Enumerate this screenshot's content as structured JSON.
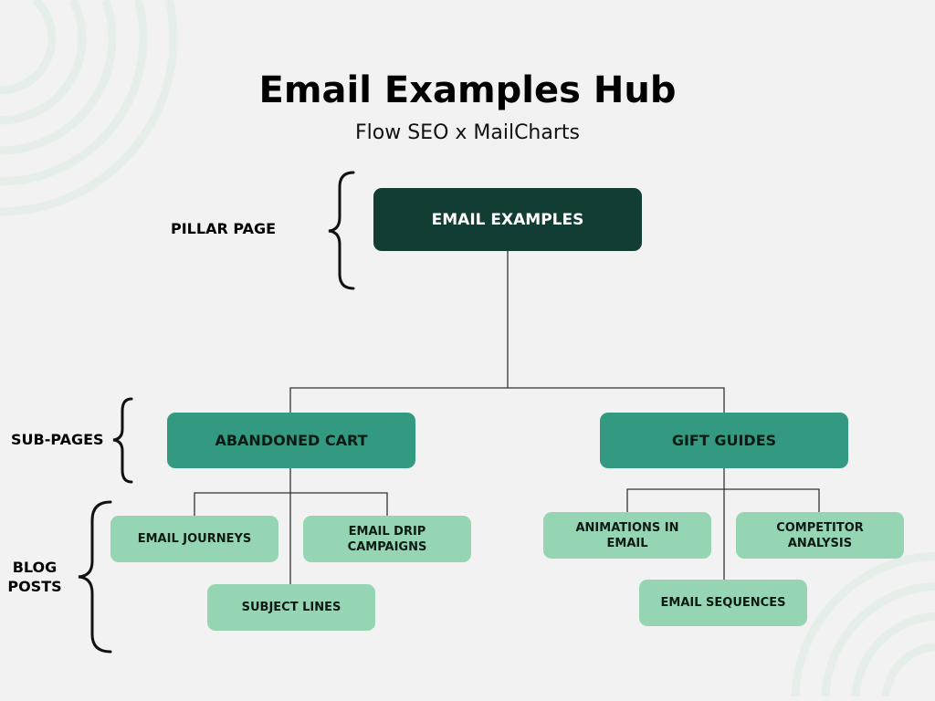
{
  "header": {
    "title": "Email Examples Hub",
    "subtitle": "Flow SEO x MailCharts"
  },
  "levels": {
    "pillar": "PILLAR PAGE",
    "sub": "SUB-PAGES",
    "blog_line1": "BLOG",
    "blog_line2": "POSTS"
  },
  "pillar": {
    "label": "EMAIL EXAMPLES"
  },
  "subpages": [
    {
      "label": "ABANDONED CART",
      "posts": [
        {
          "label": "EMAIL JOURNEYS"
        },
        {
          "label": "EMAIL DRIP CAMPAIGNS"
        },
        {
          "label": "SUBJECT LINES"
        }
      ]
    },
    {
      "label": "GIFT GUIDES",
      "posts": [
        {
          "label": "ANIMATIONS IN EMAIL"
        },
        {
          "label": "COMPETITOR ANALYSIS"
        },
        {
          "label": "EMAIL SEQUENCES"
        }
      ]
    }
  ],
  "colors": {
    "pillar": "#123d35",
    "sub": "#339980",
    "blog": "#96d5b3",
    "background": "#f2f2f2"
  }
}
